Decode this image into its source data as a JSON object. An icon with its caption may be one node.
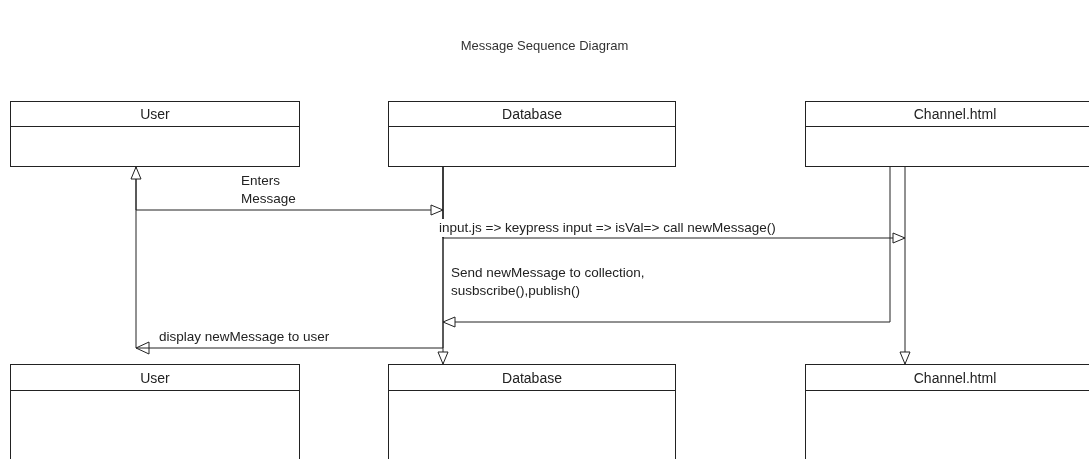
{
  "diagram": {
    "title": "Message Sequence Diagram",
    "nodes": [
      {
        "text": [
          "User"
        ]
      },
      {
        "text": [
          "Database"
        ]
      },
      {
        "text": [
          "Channel.html"
        ]
      },
      {
        "text": [
          "User"
        ]
      },
      {
        "text": [
          "Database"
        ]
      },
      {
        "text": [
          "Channel.html"
        ]
      }
    ],
    "edges": [
      {
        "from": 1,
        "to": 4,
        "arrow": "to"
      },
      {
        "from": 2,
        "to": 5,
        "arrow": "to"
      },
      {
        "from": 0,
        "to": 1,
        "arrow": "to",
        "label": "Enters Message"
      },
      {
        "from": 1,
        "to": 2,
        "arrow": "to",
        "label": "input.js => keypress input => isVal=> call newMessage()"
      },
      {
        "from": 2,
        "to": null,
        "arrow": "to",
        "label": "Send newMessage to collection, susbscribe(),publish()"
      },
      {
        "from": 1,
        "to": 0,
        "arrow": "to",
        "label": "display newMessage to user"
      }
    ]
  }
}
